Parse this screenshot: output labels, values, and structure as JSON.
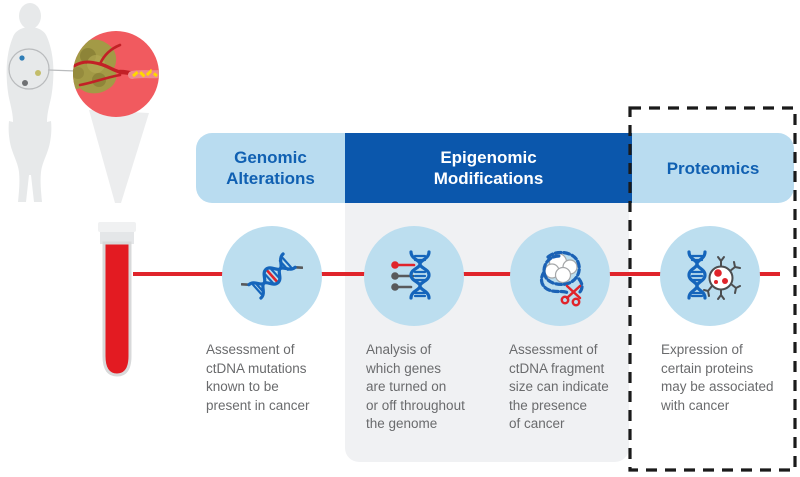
{
  "figure": {
    "headers": [
      {
        "label": "Genomic\nAlterations",
        "variant": "light"
      },
      {
        "label": "Epigenomic\nModifications",
        "variant": "dark"
      },
      {
        "label": "Proteomics",
        "variant": "light"
      }
    ],
    "steps": [
      {
        "icon": "dna-helix-mutation-icon",
        "description": "Assessment of\nctDNA mutations\nknown to be\npresent in cancer"
      },
      {
        "icon": "dna-methylation-pins-icon",
        "description": "Analysis of\nwhich genes\nare turned on\nor off throughout\nthe genome"
      },
      {
        "icon": "nucleosome-scissors-icon",
        "description": "Assessment of\nctDNA fragment\nsize can indicate\nthe presence\nof cancer"
      },
      {
        "icon": "dna-protein-antibody-icon",
        "description": "Expression of\ncertain proteins\nmay be associated\nwith cancer"
      }
    ],
    "illustration": {
      "body": "human-body-silhouette",
      "magnifier": "tumor-shedding-ctdna-magnified-view",
      "tube": "blood-sample-tube"
    },
    "colors": {
      "header_light_blue": "#b9dcf0",
      "header_dark_blue": "#0b57ac",
      "header_text_blue": "#1060b2",
      "panel_gray": "#f0f1f3",
      "circle_blue": "#bcdeef",
      "line_red": "#e0242b",
      "blood_red": "#e31b22",
      "magnifier_red": "#f15a5f",
      "tumor_olive": "#a39a46",
      "dna_blue": "#1565bb",
      "body_text_gray": "#6a6b6d",
      "dash_black": "#1a1a1a",
      "yellow_ctdna": "#ffd800"
    }
  }
}
